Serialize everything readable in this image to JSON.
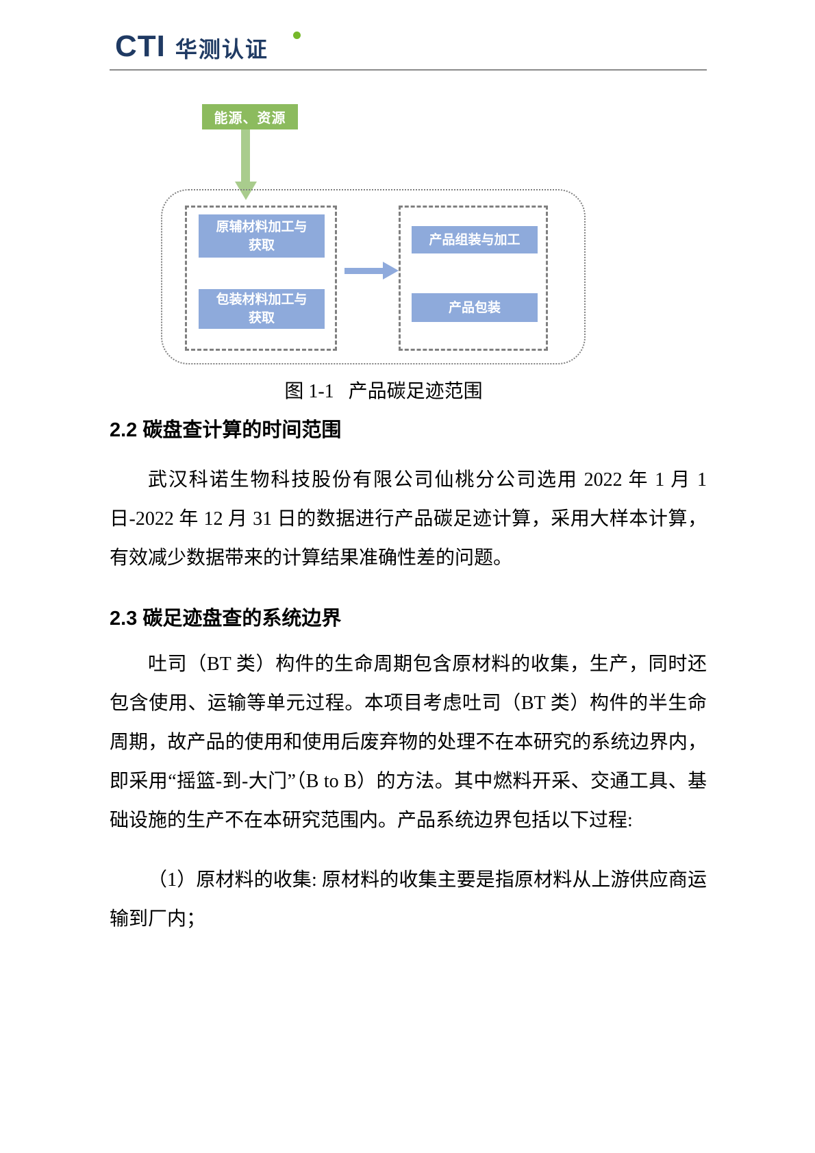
{
  "logo": {
    "cti": "CTI",
    "brand": "华测认证"
  },
  "figure": {
    "energy_label": "能源、资源",
    "boxes": [
      "原辅材料加工与\n获取",
      "包装材料加工与\n获取",
      "产品组装与加工",
      "产品包装"
    ],
    "caption": "图 1-1   产品碳足迹范围"
  },
  "sections": [
    {
      "heading": "2.2 碳盘查计算的时间范围",
      "paragraphs": [
        "武汉科诺生物科技股份有限公司仙桃分公司选用 2022 年 1 月 1 日-2022 年 12 月 31 日的数据进行产品碳足迹计算，采用大样本计算，有效减少数据带来的计算结果准确性差的问题。"
      ]
    },
    {
      "heading": "2.3 碳足迹盘查的系统边界",
      "paragraphs": [
        "吐司（BT 类）构件的生命周期包含原材料的收集，生产，同时还包含使用、运输等单元过程。本项目考虑吐司（BT 类）构件的半生命周期，故产品的使用和使用后废弃物的处理不在本研究的系统边界内，即采用“摇篮-到-大门”（B to B）的方法。其中燃料开采、交通工具、基础设施的生产不在本研究范围内。产品系统边界包括以下过程:",
        "（1）原材料的收集: 原材料的收集主要是指原材料从上游供应商运输到厂内；"
      ]
    }
  ],
  "colors": {
    "green": "#8CBB5E",
    "green-light": "#A9CC8D",
    "blue": "#8EAADB",
    "blue-arrow": "#8FAADC",
    "navy": "#1F3A63"
  }
}
